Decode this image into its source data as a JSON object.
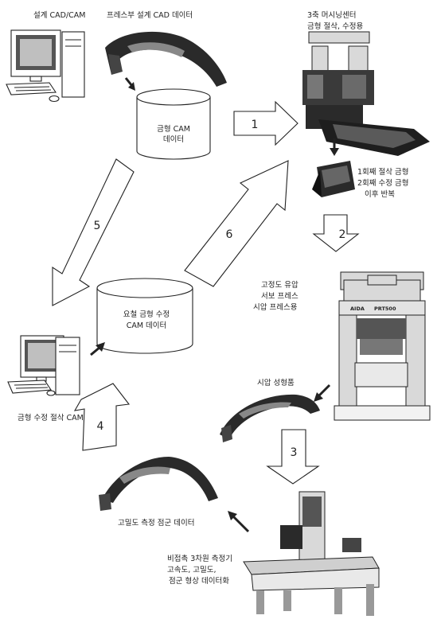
{
  "labels": {
    "design_cad_cam": "설계 CAD/CAM",
    "press_design_data": "프레스부 설계 CAD 데이터",
    "machining_center": "3축 머시닝센터",
    "machining_center_sub": "금형 절삭, 수정용",
    "die_cam_line1": "금형 CAM",
    "die_cam_line2": "데이터",
    "die_cycle_line1": "1회째 절삭 금형",
    "die_cycle_line2": "2회째 수정 금형",
    "die_cycle_line3": "이후 반복",
    "press_line1": "고정도 유압",
    "press_line2": "서보 프레스",
    "press_line3": "시압 프레스용",
    "modified_cam_line1": "요철 금형 수정",
    "modified_cam_line2": "CAM 데이터",
    "trial_part": "시압 성형품",
    "modify_cam": "금형 수정 절삭 CAM",
    "point_cloud_data": "고밀도 측정 점군 데이터",
    "cmm_line1": "비접촉 3차원 측정기",
    "cmm_line2": "고속도, 고밀도,",
    "cmm_line3": "점군 형상 데이터화"
  },
  "press_brand": "AIDA",
  "press_model": "PRT500",
  "steps": [
    "1",
    "2",
    "3",
    "4",
    "5",
    "6"
  ]
}
